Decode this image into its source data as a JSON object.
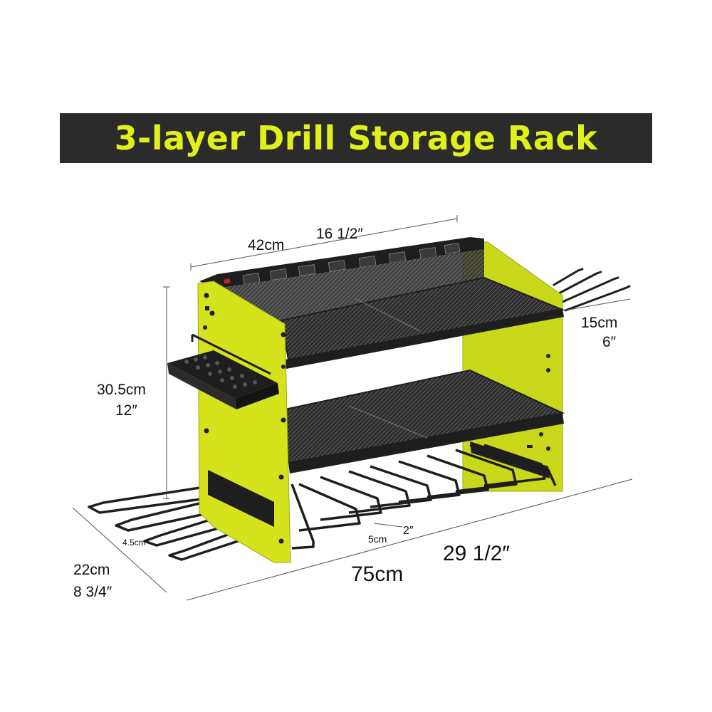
{
  "banner": {
    "title": "3-layer Drill Storage Rack"
  },
  "dimensions": {
    "top_width_cm": "42cm",
    "top_width_in": "16 1/2″",
    "height_cm": "30.5cm",
    "height_in": "12″",
    "hook_len_cm": "15cm",
    "hook_len_in": "6″",
    "depth_cm": "22cm",
    "depth_in": "8 3/4″",
    "total_width_cm": "75cm",
    "total_width_in": "29 1/2″",
    "slot_gap_cm": "5cm",
    "slot_gap_in": "2″",
    "small_gap_cm": "4.5cm"
  },
  "colors": {
    "banner_bg": "#2b2b2b",
    "accent": "#dff01a",
    "panel": "#d4e31c",
    "metal": "#1e1e1e",
    "mesh": "#3a3a3a"
  }
}
